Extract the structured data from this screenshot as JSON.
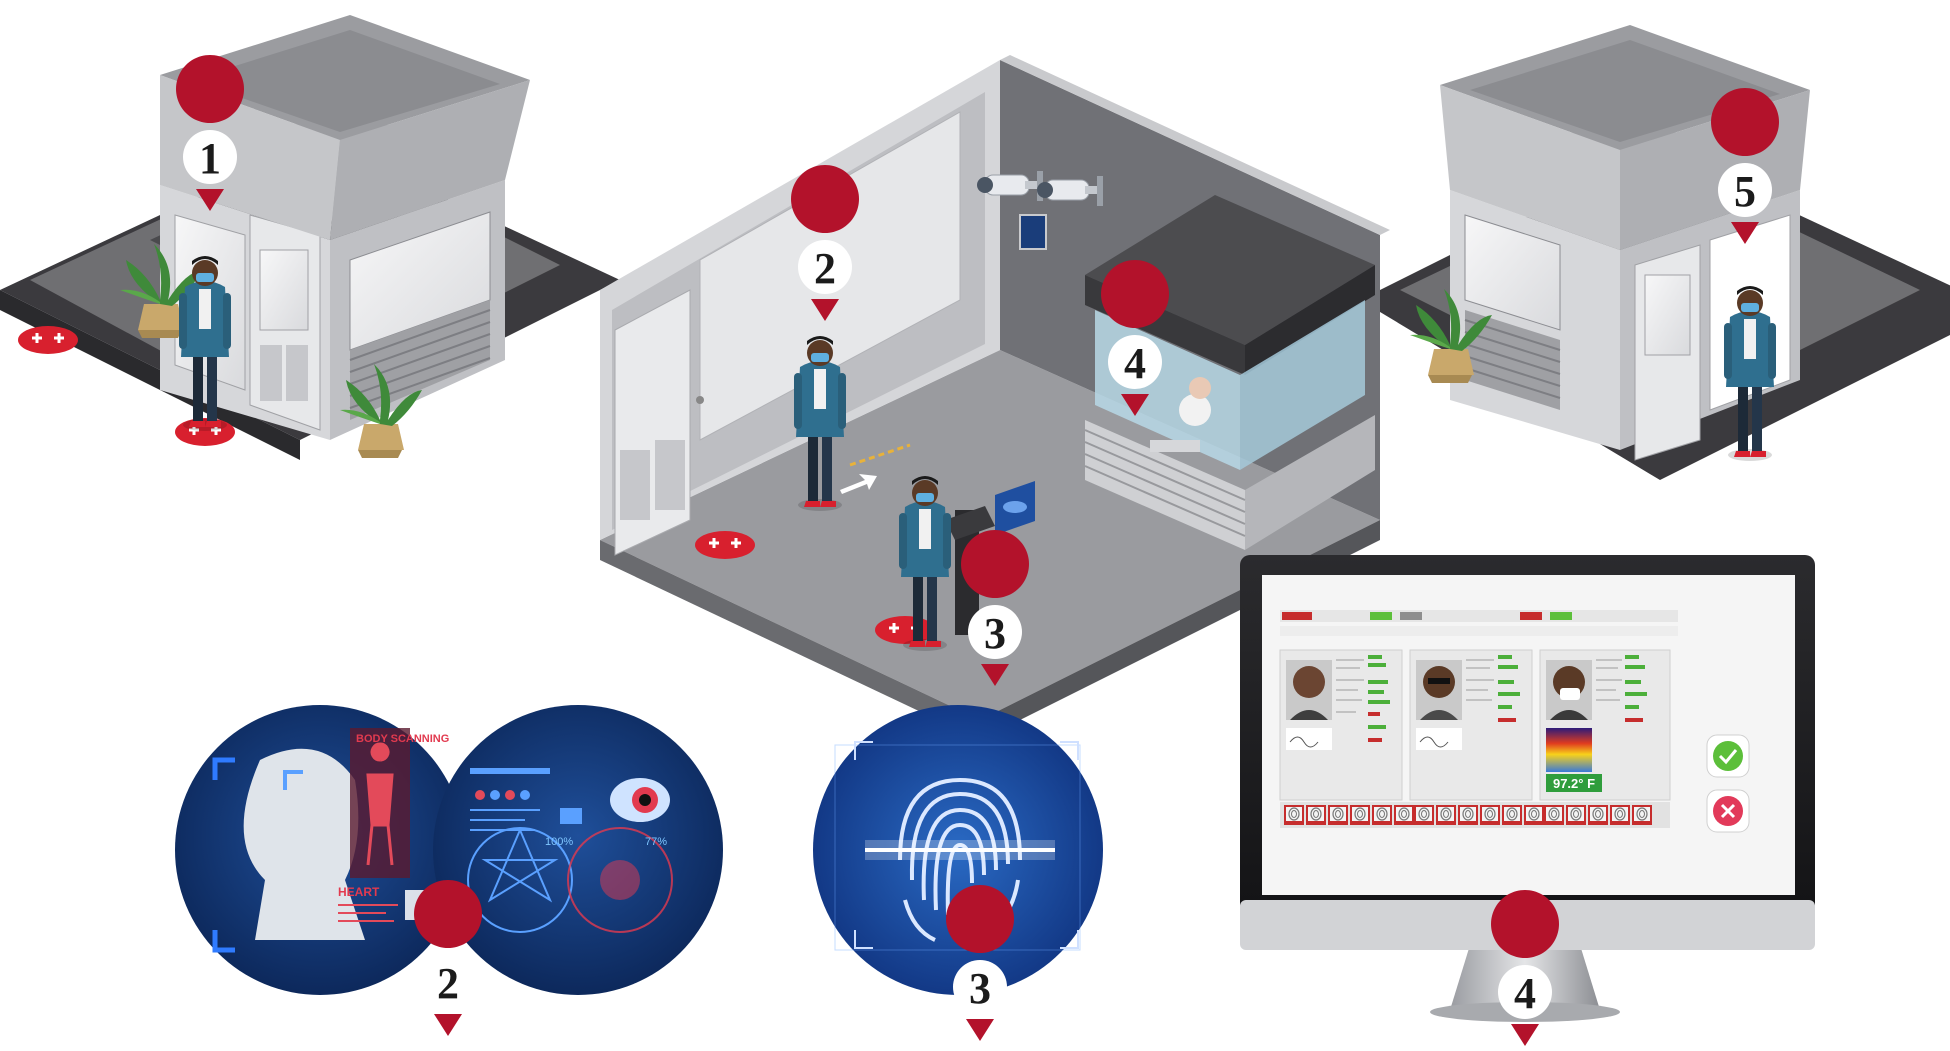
{
  "markers": {
    "m1": "1",
    "m2": "2",
    "m3": "3",
    "m4": "4",
    "m5": "5",
    "b2": "2",
    "b3": "3",
    "b4": "4"
  },
  "scan_panel": {
    "body_scanning": "BODY SCANNING",
    "heart": "HEART",
    "percent_a": "100%",
    "percent_b": "77%"
  },
  "monitor": {
    "temperature": "97.2° F",
    "accept_icon": "check-icon",
    "reject_icon": "close-icon"
  },
  "colors": {
    "pin_red": "#b3122b",
    "floor_red": "#d8202e",
    "hud_navy": "#0f2f62",
    "accept_green": "#5cbf3a",
    "reject_red": "#e23a5a",
    "temp_green": "#2f9d3c"
  }
}
